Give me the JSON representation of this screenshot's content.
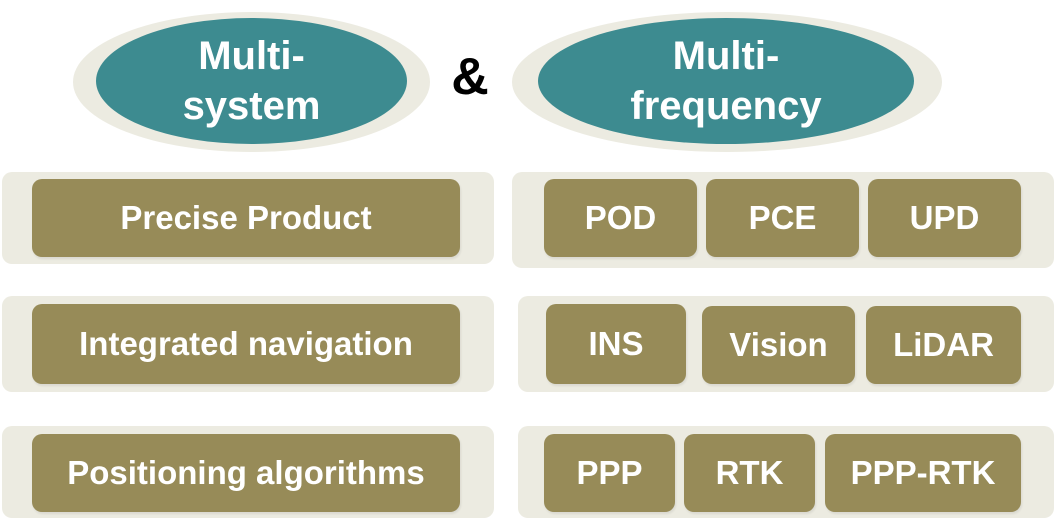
{
  "headers": {
    "left": "Multi-\nsystem",
    "connector": "&",
    "right": "Multi-\nfrequency"
  },
  "rows": [
    {
      "category": "Precise Product",
      "items": [
        "POD",
        "PCE",
        "UPD"
      ]
    },
    {
      "category": "Integrated navigation",
      "items": [
        "INS",
        "Vision",
        "LiDAR"
      ]
    },
    {
      "category": "Positioning algorithms",
      "items": [
        "PPP",
        "RTK",
        "PPP-RTK"
      ]
    }
  ],
  "colors": {
    "ellipse_fill": "#3d8b90",
    "ellipse_halo": "#ecebe1",
    "panel_bg": "#ecebe1",
    "box_fill": "#978b58",
    "box_text": "#ffffff"
  }
}
